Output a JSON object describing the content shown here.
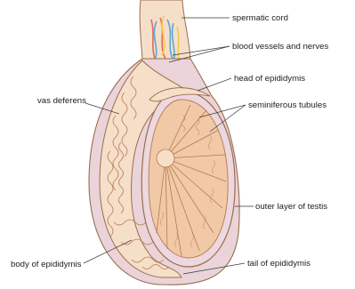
{
  "diagram": {
    "labels": {
      "spermatic_cord": "spermatic cord",
      "blood_vessels": "blood vessels and nerves",
      "head_epididymis": "head of epididymis",
      "seminiferous": "seminiferous tubules",
      "vas_deferens": "vas deferens",
      "outer_layer": "outer layer of testis",
      "body_epididymis": "body of epididymis",
      "tail_epididymis": "tail of epididymis"
    },
    "colors": {
      "tissue": "#f6dfc9",
      "tissue_outline": "#9c6d4c",
      "tunica": "#ecd8de",
      "lobule_fill": "#f1c9a6",
      "lobule_line": "#b57a52",
      "vessel_red": "#e36a5f",
      "vessel_blue": "#5aa7d8",
      "vessel_yellow": "#f2c94c",
      "leader": "#3a3a3a"
    }
  }
}
